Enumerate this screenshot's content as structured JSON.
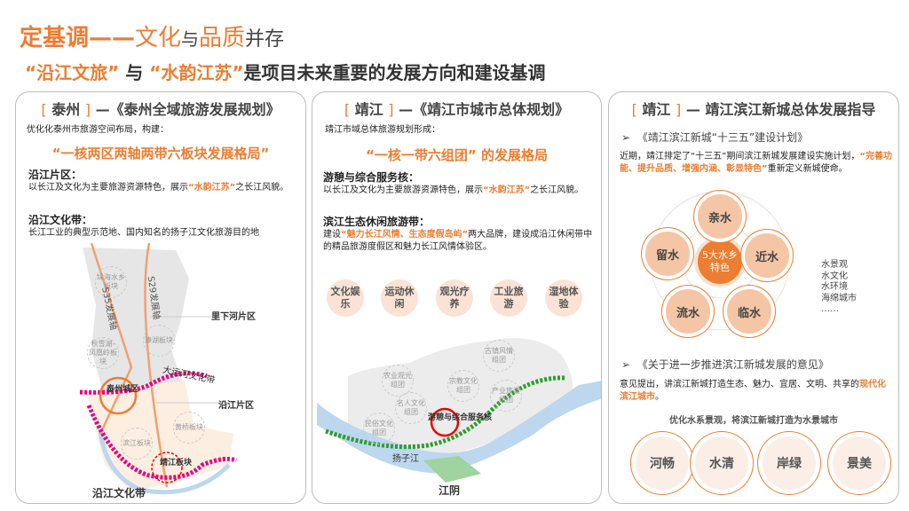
{
  "title": {
    "part1": "定基调——",
    "part2": "文化",
    "part3": "与",
    "part4": "品质",
    "part5": "并存"
  },
  "subtitle": {
    "q1": "“沿江文旅”",
    "and": " 与 ",
    "q2": "“水韵江苏”",
    "rest": "是项目未来重要的发展方向和建设基调"
  },
  "colors": {
    "accent": "#ed7d31",
    "pink_belt": "#e6007e",
    "green_belt": "#2e9b2e",
    "river": "#bcd7ee"
  },
  "left": {
    "bracket_open": "[",
    "place": "泰州",
    "bracket_close": "]",
    "doc": "—《泰州全域旅游发展规划》",
    "intro": "优化化泰州市旅游空间布局，构建：",
    "slogan": "“一核两区两轴两带六板块发展格局”",
    "s1_title": "沿江片区：",
    "s1_pre": "以长江及文化为主要旅游资源特色，展示",
    "s1_hl": "“水韵江苏”",
    "s1_post": "之长江风貌。",
    "s2_title": "沿江文化带：",
    "s2_text": "长江工业的典型示范地、国内知名的扬子江文化旅游目的地",
    "map": {
      "axis1": "S35发展轴",
      "axis2": "S29发展轴",
      "zone1": "里下河片区",
      "zone2": "沿江片区",
      "canal": "大运河文化带",
      "belt": "沿江文化带",
      "core": "泰州城区",
      "jj": "靖江板块",
      "blocks": [
        "垛海水乡板块",
        "秋雪湖-凤凰岭板块",
        "溱湖板块",
        "黄桥板块",
        "滨江板块"
      ]
    }
  },
  "middle": {
    "bracket_open": "[",
    "place": "靖江",
    "bracket_close": "]",
    "doc": "—《靖江市城市总体规划》",
    "intro": "靖江市域总体旅游规划形成：",
    "slogan": "“一核一带六组团” 的发展格局",
    "s1_title": "游憩与综合服务核：",
    "s1_pre": "以长江及文化为主要旅游资源特色，展示",
    "s1_hl": "“水韵江苏”",
    "s1_post": "之长江风貌。",
    "s2_title": "滨江生态休闲旅游带：",
    "s2_pre": "建设",
    "s2_hl": "“魅力长江风情、生态度假岛屿”",
    "s2_post": "两大品牌，建设成沿江休闲带中的精品旅游度假区和魅力长江风情体验区。",
    "chips": [
      "文化娱乐",
      "运动休闲",
      "观光疗养",
      "工业旅游",
      "湿地体验"
    ],
    "map": {
      "river": "扬子江",
      "city": "江阴",
      "core": "游憩与综合服务核",
      "groups": [
        "农业观光组团",
        "名人文化组团",
        "民俗文化组团",
        "宗教文化组团",
        "古镇风情组团",
        "产业旅游组团"
      ]
    }
  },
  "right": {
    "bracket_open": "[",
    "place": "靖江",
    "bracket_close": "]",
    "doc": "— 靖江滨江新城总体发展指导",
    "plan1": "《靖江滨江新城“十三五”建设计划》",
    "p1_pre": "近期，靖江排定了“十三五”期间滨江新城发展建设实施计划，",
    "p1_hl": "“完善功能、提升品质、增强内涵、彰显特色”",
    "p1_post": "重新定义新城使命。",
    "center": "5大水乡特色",
    "petals": [
      "亲水",
      "留水",
      "近水",
      "流水",
      "临水"
    ],
    "list": [
      "水景观",
      "水文化",
      "水环境",
      "海绵城市",
      "……"
    ],
    "plan2": "《关于进一步推进滨江新城发展的意见》",
    "p2_pre": "意见提出，讲滨江新城打造生态、魅力、宜居、文明、共享的",
    "p2_hl": "现代化滨江城市",
    "p2_post": "。",
    "caption": "优化水系景观，将滨江新城打造为水景城市",
    "circles": [
      "河畅",
      "水清",
      "岸绿",
      "景美"
    ]
  }
}
